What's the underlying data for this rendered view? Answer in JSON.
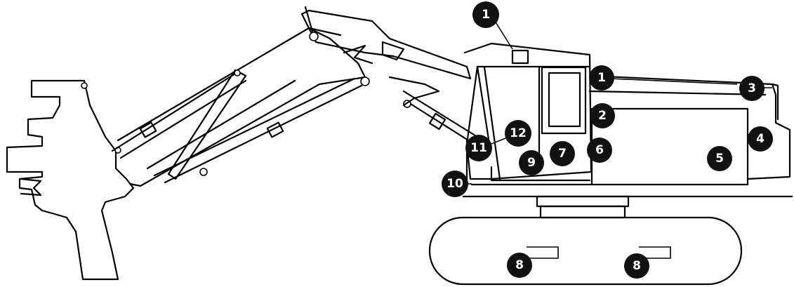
{
  "callouts": [
    {
      "id": "callout-1-top",
      "label": "1"
    },
    {
      "id": "callout-1-side",
      "label": "1"
    },
    {
      "id": "callout-2",
      "label": "2"
    },
    {
      "id": "callout-3",
      "label": "3"
    },
    {
      "id": "callout-4",
      "label": "4"
    },
    {
      "id": "callout-5",
      "label": "5"
    },
    {
      "id": "callout-6",
      "label": "6"
    },
    {
      "id": "callout-7",
      "label": "7"
    },
    {
      "id": "callout-8-left",
      "label": "8"
    },
    {
      "id": "callout-8-right",
      "label": "8"
    },
    {
      "id": "callout-9",
      "label": "9"
    },
    {
      "id": "callout-10",
      "label": "10"
    },
    {
      "id": "callout-11",
      "label": "11"
    },
    {
      "id": "callout-12",
      "label": "12"
    }
  ]
}
